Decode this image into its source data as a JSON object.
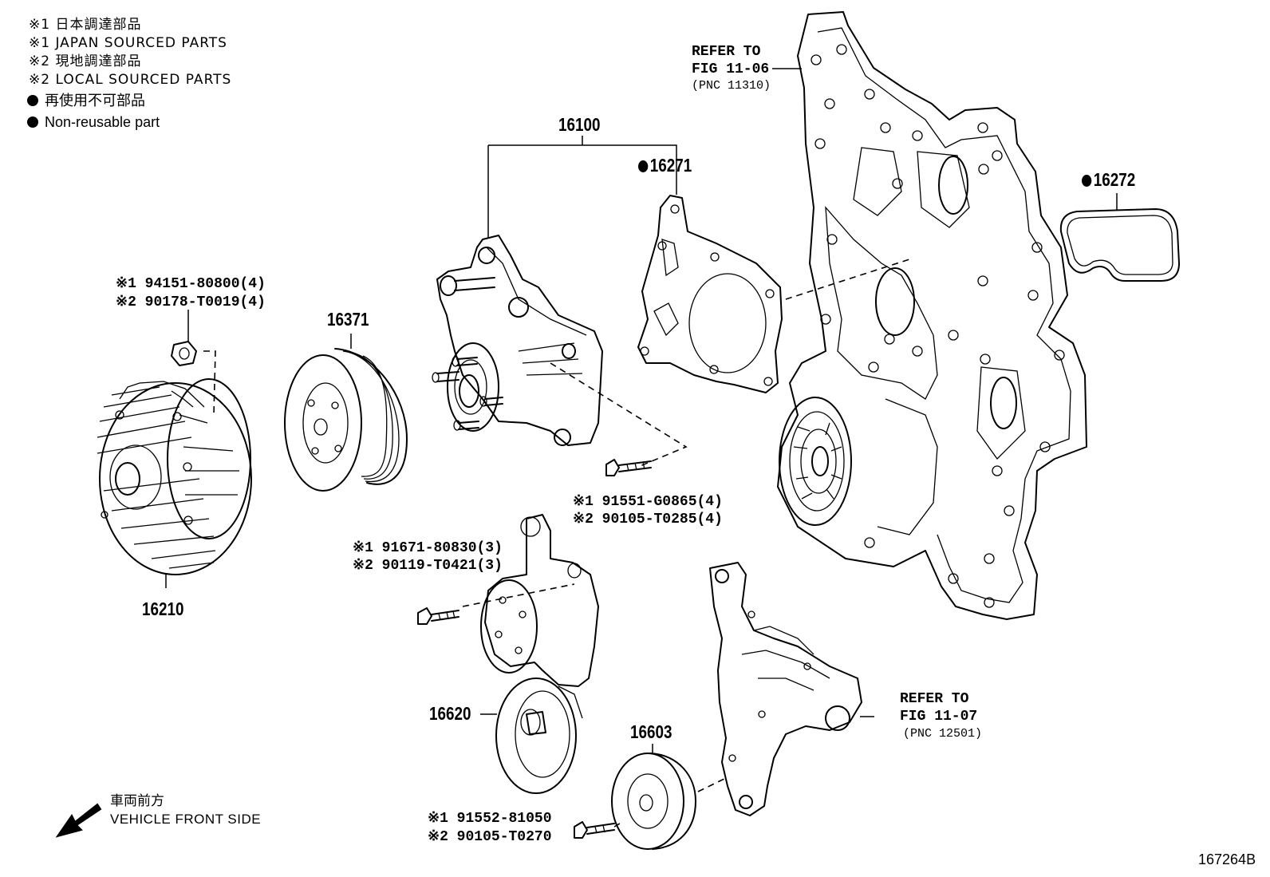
{
  "legend": {
    "line1": "※1 日本調達部品",
    "line2": "※1 JAPAN SOURCED PARTS",
    "line3": "※2 現地調達部品",
    "line4": "※2 LOCAL SOURCED PARTS",
    "line5": "再使用不可部品",
    "line6": "Non-reusable part"
  },
  "refs": {
    "top": {
      "line1": "REFER TO",
      "line2": "FIG 11-06",
      "line3": "(PNC 11310)"
    },
    "bottom": {
      "line1": "REFER TO",
      "line2": "FIG 11-07",
      "line3": "(PNC 12501)"
    }
  },
  "parts": {
    "p16100": "16100",
    "p16271": "16271",
    "p16272": "16272",
    "p16371": "16371",
    "p16210": "16210",
    "p16620": "16620",
    "p16603": "16603"
  },
  "bolts": {
    "nut": {
      "a": "※1 94151-80800(4)",
      "b": "※2 90178-T0019(4)"
    },
    "pump_bolt": {
      "a": "※1 91551-G0865(4)",
      "b": "※2 90105-T0285(4)"
    },
    "tensioner_bolt": {
      "a": "※1 91671-80830(3)",
      "b": "※2 90119-T0421(3)"
    },
    "idler_bolt": {
      "a": "※1 91552-81050",
      "b": "※2 90105-T0270"
    }
  },
  "direction": {
    "jp": "車両前方",
    "en": "VEHICLE FRONT SIDE"
  },
  "figure_code": "167264B"
}
